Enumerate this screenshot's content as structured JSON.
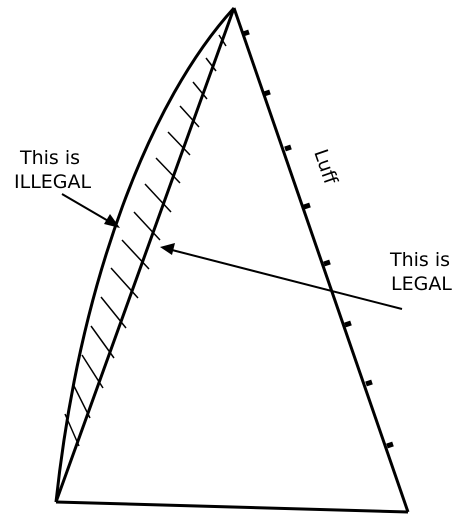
{
  "labels": {
    "illegal_line1": "This is",
    "illegal_line2": "ILLEGAL",
    "legal_line1": "This is",
    "legal_line2": "LEGAL",
    "luff": "Luff"
  },
  "colors": {
    "stroke": "#000000",
    "background": "#ffffff"
  }
}
